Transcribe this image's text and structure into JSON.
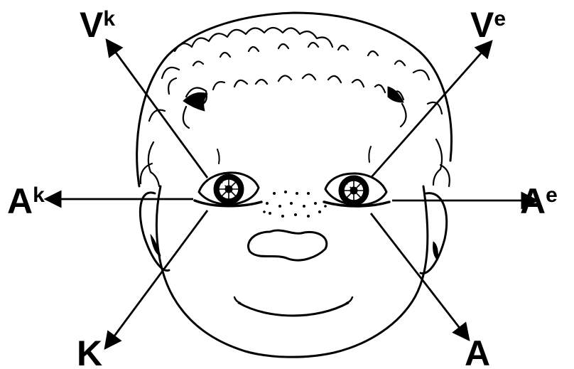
{
  "labels": {
    "top_left": {
      "main": "V",
      "sup": "k"
    },
    "top_right": {
      "main": "V",
      "sup": "e"
    },
    "left": {
      "main": "A",
      "sup": "k"
    },
    "right": {
      "main": "A",
      "sup": "e"
    },
    "bottom_left": {
      "main": "K",
      "sup": ""
    },
    "bottom_right": {
      "main": "A",
      "sup": ""
    }
  },
  "colors": {
    "ink": "#000000",
    "paper": "#ffffff"
  }
}
